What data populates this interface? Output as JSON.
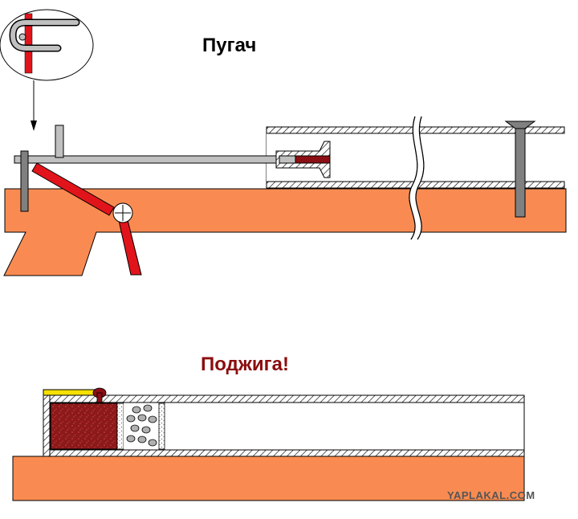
{
  "titles": {
    "pugach": "Пугач",
    "podzhiga": "Поджига!"
  },
  "watermark": {
    "text": "YAPLAKAL.COM"
  },
  "colors": {
    "wood": "#f98b52",
    "metal": "#c0c0c0",
    "metal_dark": "#808080",
    "red": "#e2141b",
    "dark_red": "#8b0f14",
    "powder": "#8b1a1a",
    "fuse": "#f5e000",
    "title_dark": "#000000",
    "title_red": "#8b0e0e"
  }
}
